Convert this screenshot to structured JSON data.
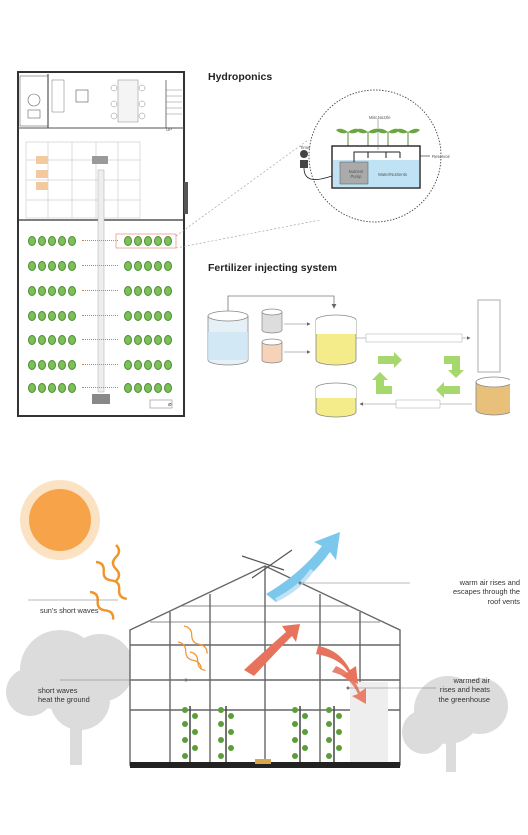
{
  "floorplan": {
    "up_label": "UP"
  },
  "hydroponics": {
    "title": "Hydroponics",
    "labels": {
      "mist_nozzle": "Mist Nozzle",
      "timer": "Timer",
      "reservoir": "Reservoir",
      "nutrient_pump": "Nutrient Pump",
      "water_nutrients": "Water/Nutrients"
    }
  },
  "fertilizer": {
    "title": "Fertilizer injecting system"
  },
  "greenhouse": {
    "callouts": {
      "sun_waves": "sun's short waves",
      "warm_air_top_1": "warm air rises and",
      "warm_air_top_2": "escapes through the",
      "warm_air_top_3": "roof vents",
      "short_waves_1": "short waves",
      "short_waves_2": "heat the ground",
      "warmed_air_1": "warmed air",
      "warmed_air_2": "rises and heats",
      "warmed_air_3": "the greenhouse"
    }
  },
  "colors": {
    "plant_green": "#5a9e3a",
    "lettuce_green": "#7cc05a",
    "arrow_red": "#e8735c",
    "arrow_blue": "#7cc8ec",
    "sun_orange": "#f6a34a",
    "cycle_arrow_green": "#a6d86e",
    "tank_yellow": "#f4ec8a",
    "tank_tan": "#e9c07a"
  }
}
